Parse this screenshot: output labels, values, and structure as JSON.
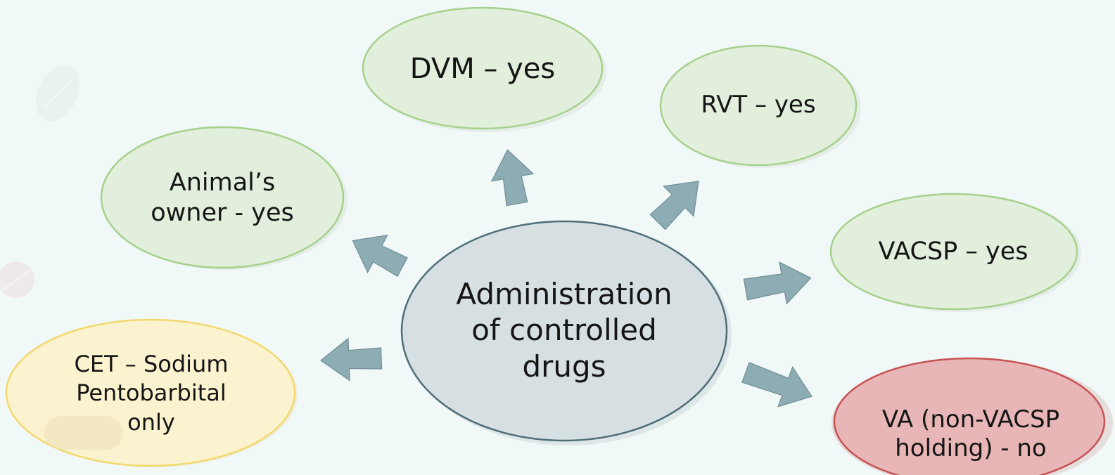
{
  "diagram": {
    "center": {
      "lines": [
        "Administration",
        "of controlled",
        "drugs"
      ]
    },
    "nodes": {
      "dvm": {
        "lines": [
          "DVM – yes"
        ],
        "status": "yes"
      },
      "rvt": {
        "lines": [
          "RVT – yes"
        ],
        "status": "yes"
      },
      "owner": {
        "lines": [
          "Animal’s",
          "owner - yes"
        ],
        "status": "yes"
      },
      "vacsp": {
        "lines": [
          "VACSP – yes"
        ],
        "status": "yes"
      },
      "cet": {
        "lines": [
          "CET – Sodium",
          "Pentobarbital",
          "only"
        ],
        "status": "restricted"
      },
      "va": {
        "lines": [
          "VA (non-VACSP",
          "holding) - no"
        ],
        "status": "no"
      }
    }
  },
  "colors": {
    "background": "#f1f8f8",
    "center_fill": "#d6e0e3",
    "center_stroke": "#4f6e78",
    "yes_fill": "#e2efdc",
    "yes_stroke": "#a6d18c",
    "restricted_fill": "#fbf3cf",
    "restricted_stroke": "#f3d86a",
    "no_fill": "#e8b6b6",
    "no_stroke": "#c65252",
    "arrow": "#8eacb3"
  }
}
